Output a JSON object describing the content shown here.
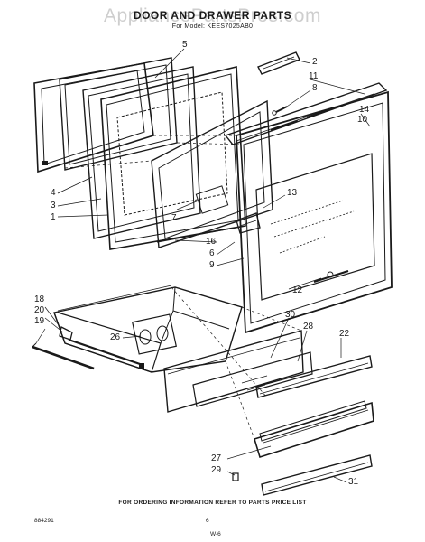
{
  "watermark": "AppliancePartsPros.com",
  "title": "DOOR AND DRAWER PARTS",
  "model": "For Model: KEES7025AB0",
  "footer": "FOR ORDERING INFORMATION REFER TO PARTS PRICE LIST",
  "drawing_code": "884291",
  "page_number": "6",
  "signature": "W-6",
  "callouts": {
    "c5": "5",
    "c2": "2",
    "c11": "11",
    "c8": "8",
    "c14": "14",
    "c10": "10",
    "c13": "13",
    "c4": "4",
    "c3": "3",
    "c1": "1",
    "c7": "7",
    "c16": "16",
    "c6": "6",
    "c9": "9",
    "c12": "12",
    "c18": "18",
    "c20": "20",
    "c19": "19",
    "c26": "26",
    "c30": "30",
    "c28": "28",
    "c22": "22",
    "c27": "27",
    "c29": "29",
    "c31": "31"
  }
}
